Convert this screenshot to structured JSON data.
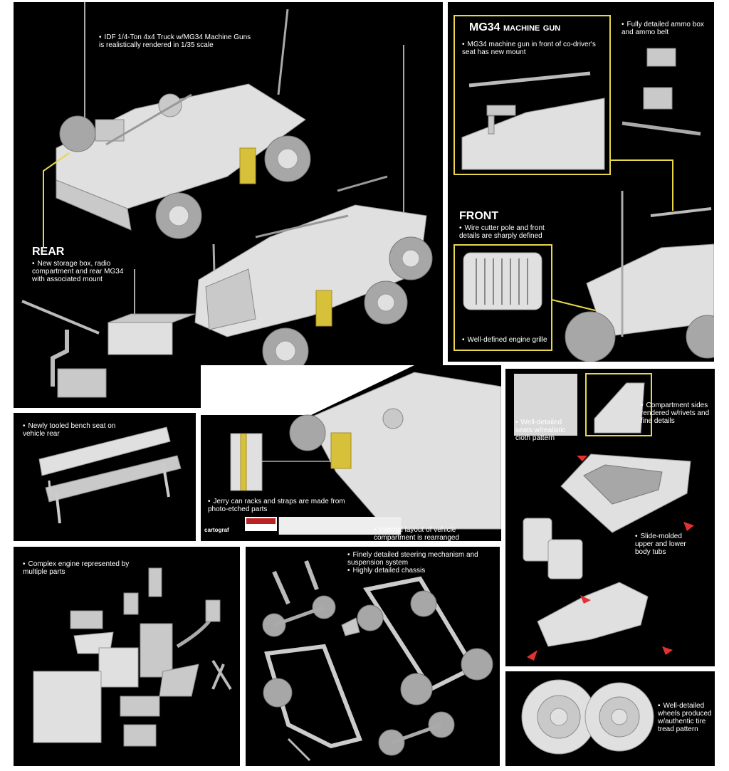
{
  "panels": {
    "main": {
      "intro": "IDF 1/4-Ton 4x4 Truck w/MG34 Machine Guns is realistically rendered in 1/35 scale",
      "rear_heading": "REAR",
      "rear_text": "New storage box, radio compartment and rear MG34 with associated mount"
    },
    "mg34": {
      "heading": "MG34 machine gun",
      "text": "MG34 machine gun in front of co-driver's seat has new mount",
      "ammo_text": "Fully detailed ammo box and ammo belt"
    },
    "front": {
      "heading": "FRONT",
      "text": "Wire cutter pole and front details are sharply defined",
      "grille_text": "Well-defined engine grille"
    },
    "bench": {
      "text": "Newly tooled bench seat on vehicle rear"
    },
    "jerry": {
      "text": "Jerry can racks and straps are made from photo-etched parts",
      "logo": "cartograf",
      "interior_text": "Internal layout of vehicle compartment is rearranged"
    },
    "body": {
      "seats_text": "Well-detailed seats w/realistic cloth pattern",
      "sides_text": "Compartment sides rendered w/rivets and fine details",
      "tubs_text": "Slide-molded upper and lower body tubs"
    },
    "engine": {
      "text": "Complex engine represented by multiple parts"
    },
    "chassis": {
      "text1": "Finely detailed steering mechanism and suspension system",
      "text2": "Highly detailed chassis"
    },
    "wheels": {
      "text": "Well-detailed wheels produced w/authentic tire tread pattern"
    }
  },
  "colors": {
    "background": "#000000",
    "accent_yellow": "#e6d84a",
    "arrow_red": "#e43030",
    "model_grey": "#c9c9c9"
  }
}
